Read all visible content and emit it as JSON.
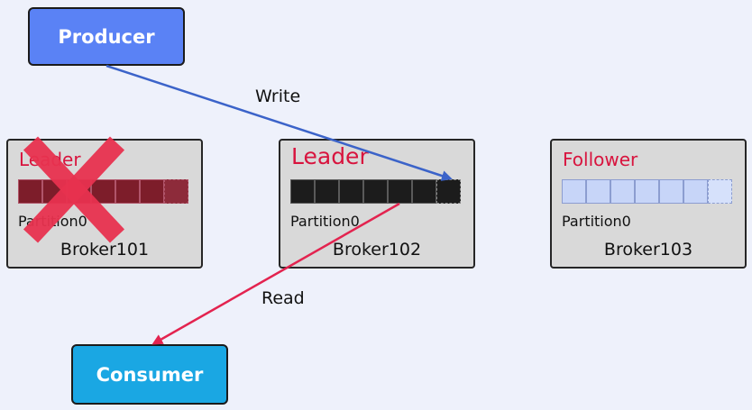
{
  "producer": {
    "label": "Producer"
  },
  "consumer": {
    "label": "Consumer"
  },
  "arrows": {
    "write": "Write",
    "read": "Read"
  },
  "brokers": [
    {
      "name": "Broker101",
      "role": "Leader",
      "partition": "Partition0",
      "failed": true
    },
    {
      "name": "Broker102",
      "role": "Leader",
      "partition": "Partition0",
      "failed": false
    },
    {
      "name": "Broker103",
      "role": "Follower",
      "partition": "Partition0",
      "failed": false
    }
  ],
  "colors": {
    "producer": "#5a82f5",
    "consumer": "#1aa7e3",
    "role_text": "#d8143e",
    "write_arrow": "#3b63c9",
    "read_arrow": "#e3234f",
    "cross": "#e8324f"
  },
  "icons": {
    "failure": "cross-icon"
  }
}
